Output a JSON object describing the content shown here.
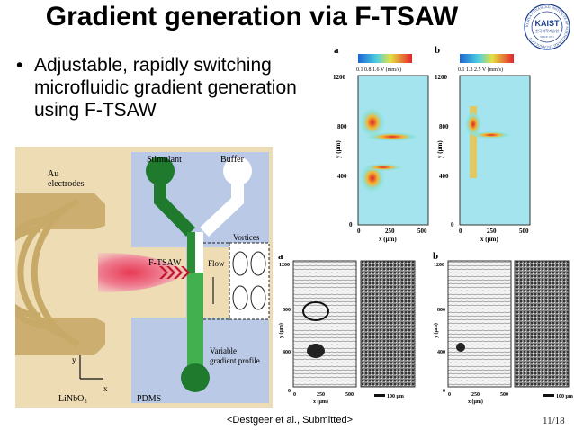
{
  "title": "Gradient generation via F-TSAW",
  "bullet": "Adjustable, rapidly switching microfluidic gradient generation using F-TSAW",
  "logo": {
    "text": "KAIST",
    "ring_text": "KOREA ADVANCED INSTITUTE OF SCIENCE AND TECHNOLOGY",
    "korean": "한국과학기술원",
    "year": "SINCE 1971"
  },
  "schematic": {
    "stimulant": "Stimulant",
    "buffer": "Buffer",
    "au1": "Au",
    "au2": "electrodes",
    "vortices": "Vortices",
    "ftsaw": "F-TSAW",
    "flow": "Flow",
    "variable1": "Variable",
    "variable2": "gradient profile",
    "axis_y": "y",
    "axis_x": "x",
    "substrate": "LiNbO₃",
    "pdms": "PDMS"
  },
  "sim": {
    "panel_a": "a",
    "panel_b": "b",
    "scale_a": "0.1   0.8   1.6  V (mm/s)",
    "scale_b": "0.1   1.3   2.5  V (mm/s)",
    "ylabel": "y (μm)",
    "xlabel": "x (μm)",
    "yticks": [
      "1200",
      "800",
      "400",
      "0"
    ],
    "xticks": [
      "0",
      "250",
      "500"
    ]
  },
  "exp": {
    "panel_a": "a",
    "panel_b": "b",
    "ylabel": "y (μm)",
    "xlabel": "x (μm)",
    "yticks": [
      "1200",
      "800",
      "400",
      "0"
    ],
    "xticks": [
      "0",
      "250",
      "500"
    ],
    "scalebar": "100 μm"
  },
  "citation": "<Destgeer et al., Submitted>",
  "page": "11/18"
}
